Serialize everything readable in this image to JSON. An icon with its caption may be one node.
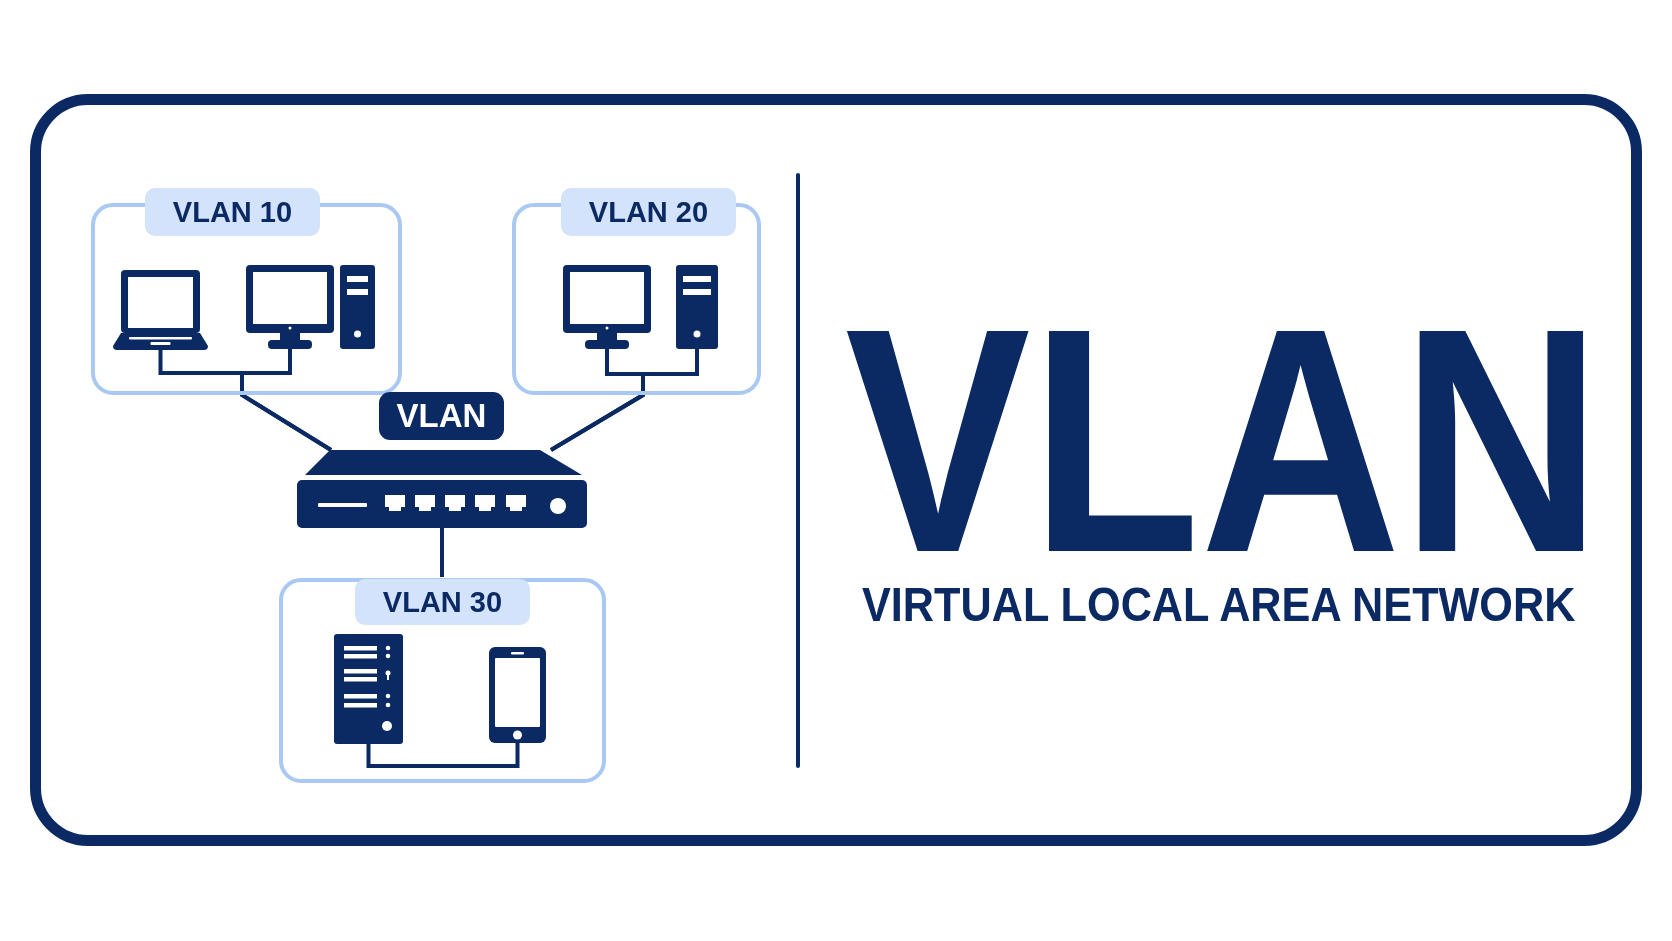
{
  "diagram": {
    "title": "VLAN",
    "nodes": [
      {
        "text": [
          "VLAN 10"
        ]
      },
      {
        "text": [],
        "shape": "laptop",
        "in": 0
      },
      {
        "text": [],
        "shape": "monitor",
        "in": 0
      },
      {
        "text": [],
        "shape": "computer",
        "in": 0
      },
      {
        "text": [
          "VLAN 20"
        ]
      },
      {
        "text": [],
        "shape": "monitor",
        "in": 4
      },
      {
        "text": [],
        "shape": "computer",
        "in": 4
      },
      {
        "text": [
          "VLAN"
        ]
      },
      {
        "text": [],
        "shape": "switch"
      },
      {
        "text": [
          "VLAN 30"
        ]
      },
      {
        "text": [],
        "shape": "server",
        "in": 9
      },
      {
        "text": [],
        "shape": "phone",
        "in": 9
      }
    ],
    "edges": [
      {
        "from": 1,
        "to": 8,
        "arrow": "none"
      },
      {
        "from": 2,
        "to": 8,
        "arrow": "none"
      },
      {
        "from": 5,
        "to": 8,
        "arrow": "none"
      },
      {
        "from": 6,
        "to": 8,
        "arrow": "none"
      },
      {
        "from": 8,
        "to": 9,
        "arrow": "none"
      },
      {
        "from": 10,
        "to": 11,
        "arrow": "none"
      }
    ],
    "labels": [
      "VIRTUAL LOCAL AREA NETWORK"
    ]
  }
}
